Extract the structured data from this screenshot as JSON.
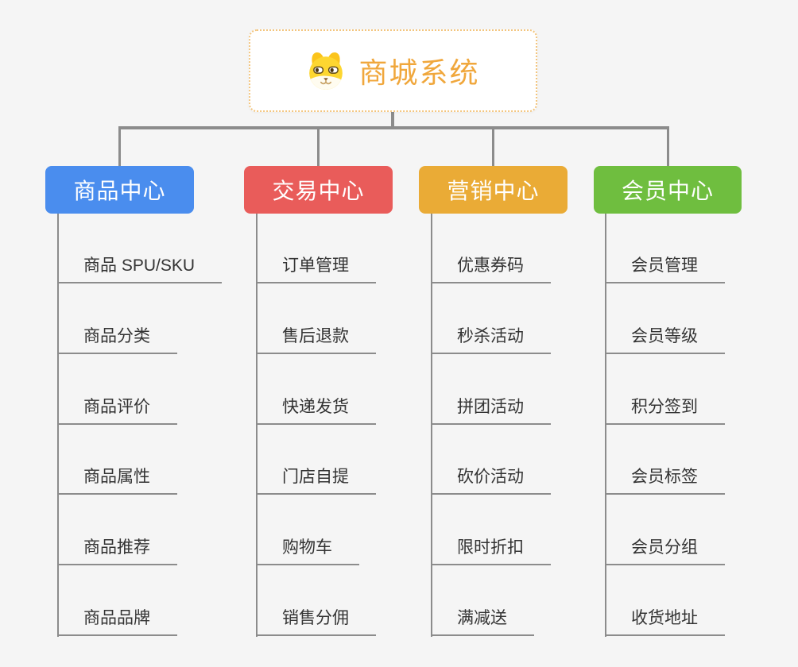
{
  "page": {
    "background_color": "#F5F5F5",
    "connector_color": "#8C8C8C",
    "leaf_text_color": "#333333"
  },
  "root": {
    "title": "商城系统",
    "icon": "shiba-dog-face",
    "border_color": "#F3C57E",
    "title_color": "#F0A73C"
  },
  "branches": [
    {
      "id": "product-center",
      "label": "商品中心",
      "color": "#4A8DEE",
      "items": [
        "商品 SPU/SKU",
        "商品分类",
        "商品评价",
        "商品属性",
        "商品推荐",
        "商品品牌"
      ]
    },
    {
      "id": "trade-center",
      "label": "交易中心",
      "color": "#E95C5A",
      "items": [
        "订单管理",
        "售后退款",
        "快递发货",
        "门店自提",
        "购物车",
        "销售分佣"
      ]
    },
    {
      "id": "marketing-center",
      "label": "营销中心",
      "color": "#EAAB36",
      "items": [
        "优惠券码",
        "秒杀活动",
        "拼团活动",
        "砍价活动",
        "限时折扣",
        "满减送"
      ]
    },
    {
      "id": "member-center",
      "label": "会员中心",
      "color": "#6FBE3F",
      "items": [
        "会员管理",
        "会员等级",
        "积分签到",
        "会员标签",
        "会员分组",
        "收货地址"
      ]
    }
  ]
}
